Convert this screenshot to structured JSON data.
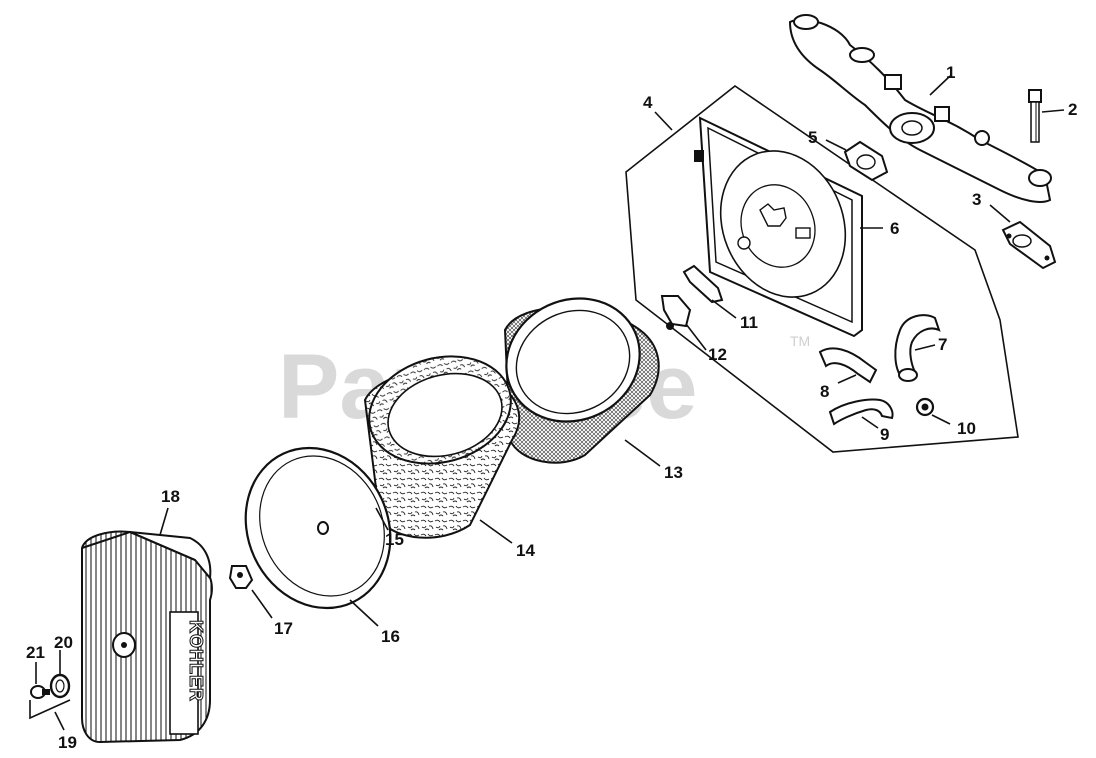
{
  "watermark": {
    "text": "PartsTree",
    "tm": "TM"
  },
  "brand_text": "KOHLER",
  "callouts": [
    {
      "id": "1",
      "label": "1"
    },
    {
      "id": "2",
      "label": "2"
    },
    {
      "id": "3",
      "label": "3"
    },
    {
      "id": "4",
      "label": "4"
    },
    {
      "id": "5",
      "label": "5"
    },
    {
      "id": "6",
      "label": "6"
    },
    {
      "id": "7",
      "label": "7"
    },
    {
      "id": "8",
      "label": "8"
    },
    {
      "id": "9",
      "label": "9"
    },
    {
      "id": "10",
      "label": "10"
    },
    {
      "id": "11",
      "label": "11"
    },
    {
      "id": "12",
      "label": "12"
    },
    {
      "id": "13",
      "label": "13"
    },
    {
      "id": "14",
      "label": "14"
    },
    {
      "id": "15",
      "label": "15"
    },
    {
      "id": "16",
      "label": "16"
    },
    {
      "id": "17",
      "label": "17"
    },
    {
      "id": "18",
      "label": "18"
    },
    {
      "id": "19",
      "label": "19"
    },
    {
      "id": "20",
      "label": "20"
    },
    {
      "id": "21",
      "label": "21"
    }
  ]
}
